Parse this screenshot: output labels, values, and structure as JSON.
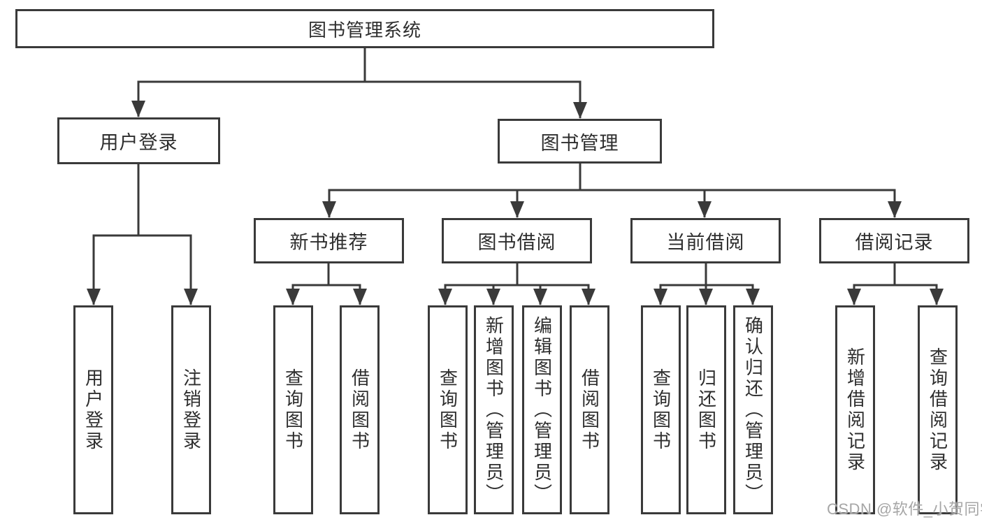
{
  "diagram_title": "图书管理系统",
  "tree": {
    "root": {
      "label": "图书管理系统"
    },
    "branches": [
      {
        "label": "用户登录",
        "children": [
          {
            "label": "用户登录"
          },
          {
            "label": "注销登录"
          }
        ]
      },
      {
        "label": "图书管理",
        "children": [
          {
            "label": "新书推荐",
            "children": [
              {
                "label": "查询图书"
              },
              {
                "label": "借阅图书"
              }
            ]
          },
          {
            "label": "图书借阅",
            "children": [
              {
                "label": "查询图书"
              },
              {
                "label": "新增图书（管理员）"
              },
              {
                "label": "编辑图书（管理员）"
              },
              {
                "label": "借阅图书"
              }
            ]
          },
          {
            "label": "当前借阅",
            "children": [
              {
                "label": "查询图书"
              },
              {
                "label": "归还图书"
              },
              {
                "label": "确认归还（管理员）"
              }
            ]
          },
          {
            "label": "借阅记录",
            "children": [
              {
                "label": "新增借阅记录"
              },
              {
                "label": "查询借阅记录"
              }
            ]
          }
        ]
      }
    ]
  },
  "watermark": "CSDN @软件_小贺同学",
  "colors": {
    "line": "#3a3a3a",
    "text": "#2e2e2e",
    "background": "#ffffff",
    "watermark": "#a6a6a6"
  }
}
